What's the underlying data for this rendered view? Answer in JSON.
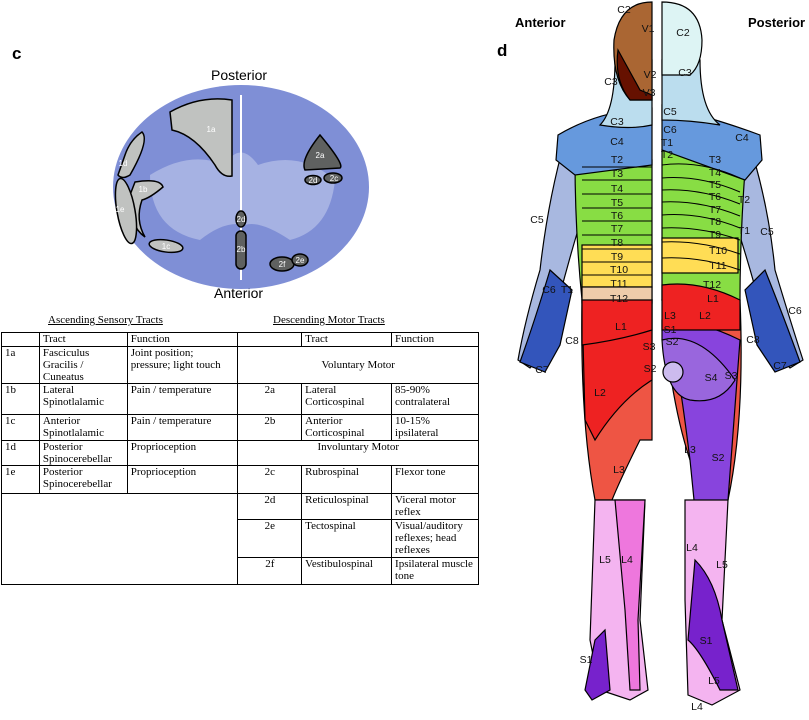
{
  "panel_c": {
    "letter": "c",
    "posterior": "Posterior",
    "anterior": "Anterior",
    "cord_labels": [
      "1a",
      "1d",
      "1b",
      "1e",
      "1c",
      "2a",
      "2d",
      "2c",
      "2d",
      "2b",
      "2f",
      "2e"
    ]
  },
  "table": {
    "ascending_title": "Ascending Sensory Tracts",
    "descending_title": "Descending Motor Tracts",
    "col_tract": "Tract",
    "col_function": "Function",
    "voluntary": "Voluntary Motor",
    "involuntary": "Involuntary Motor",
    "ascending": [
      {
        "id": "1a",
        "tract": "Fasciculus Gracilis / Cuneatus",
        "function": "Joint position; pressure; light touch"
      },
      {
        "id": "1b",
        "tract": "Lateral Spinotlalamic",
        "function": "Pain / temperature"
      },
      {
        "id": "1c",
        "tract": "Anterior Spinotlalamic",
        "function": "Pain / temperature"
      },
      {
        "id": "1d",
        "tract": "Posterior Spinocerebellar",
        "function": "Proprioception"
      },
      {
        "id": "1e",
        "tract": "Posterior Spinocerebellar",
        "function": "Proprioception"
      }
    ],
    "descending": [
      {
        "id": "2a",
        "tract": "Lateral Corticospinal",
        "function": "85-90% contralateral"
      },
      {
        "id": "2b",
        "tract": "Anterior Corticospinal",
        "function": "10-15% ipsilateral"
      },
      {
        "id": "2c",
        "tract": "Rubrospinal",
        "function": "Flexor tone"
      },
      {
        "id": "2d",
        "tract": "Reticulospinal",
        "function": "Viceral motor reflex"
      },
      {
        "id": "2e",
        "tract": "Tectospinal",
        "function": "Visual/auditory reflexes; head reflexes"
      },
      {
        "id": "2f",
        "tract": "Vestibulospinal",
        "function": "Ipsilateral muscle tone"
      }
    ]
  },
  "panel_d": {
    "letter": "d",
    "anterior": "Anterior",
    "posterior": "Posterior",
    "anterior_labels": [
      "C2",
      "V1",
      "V2",
      "V3",
      "C3",
      "C3",
      "C4",
      "T2",
      "T3",
      "T4",
      "T5",
      "T6",
      "T7",
      "T8",
      "T9",
      "T10",
      "T11",
      "T12",
      "C5",
      "C6",
      "T1",
      "L1",
      "C8",
      "C7",
      "S3",
      "S2",
      "L2",
      "L3",
      "L5",
      "L4",
      "S1"
    ],
    "posterior_labels": [
      "C2",
      "C3",
      "C5",
      "C6",
      "T1",
      "T2",
      "T3",
      "T4",
      "T5",
      "T6",
      "T7",
      "T8",
      "T9",
      "T10",
      "T11",
      "T12",
      "L1",
      "L3",
      "L2",
      "S1",
      "S2",
      "S4",
      "S3",
      "L3",
      "S2",
      "L4",
      "L5",
      "S1",
      "L5",
      "L4",
      "C4",
      "C5",
      "C6",
      "C8",
      "C7",
      "T1",
      "T2"
    ]
  },
  "colors": {
    "cord": "#7f8fd6",
    "light_tract": "#c0c2c0",
    "dark_tract": "#5f6160",
    "band_green": "#66cc33",
    "band_yellow": "#ffdd55",
    "lumbar_red": "#ee2222",
    "sacral_purple": "#8844dd",
    "arm_blue": "#6680cc"
  }
}
